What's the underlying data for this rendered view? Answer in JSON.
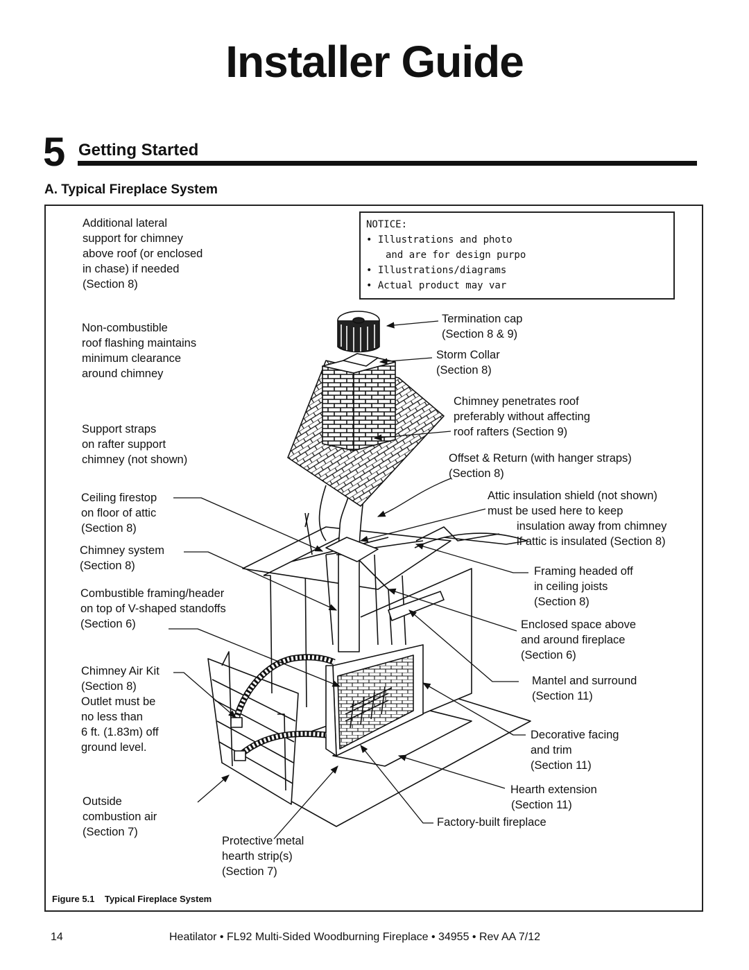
{
  "page": {
    "title": "Installer Guide",
    "section_number": "5",
    "section_title": "Getting Started",
    "subsection_title": "A. Typical Fireplace System",
    "figure_caption": "Figure 5.1    Typical Fireplace System",
    "page_number": "14",
    "footer": "Heatilator • FL92 Multi-Sided Woodburning Fireplace • 34955 • Rev AA 7/12"
  },
  "notice": {
    "heading": "NOTICE:",
    "lines": [
      "•  Illustrations and photo",
      "and are for design purpo",
      "•  Illustrations/diagrams",
      "•  Actual product may var"
    ]
  },
  "callouts": {
    "left": [
      [
        "Additional lateral",
        "support for chimney",
        "above roof (or enclosed",
        "in chase) if needed",
        "(Section 8)"
      ],
      [
        "Non-combustible",
        "roof flashing maintains",
        "minimum clearance",
        "around chimney"
      ],
      [
        "Support straps",
        "on rafter support",
        "chimney (not shown)"
      ],
      [
        "Ceiling firestop",
        "on floor of attic",
        "(Section 8)"
      ],
      [
        "Chimney system",
        "(Section 8)"
      ],
      [
        "Combustible framing/header",
        "on top of V-shaped  standoffs",
        "(Section 6)"
      ],
      [
        "Chimney Air Kit",
        "(Section 8)",
        "Outlet must be",
        "no less than",
        "6 ft. (1.83m) off",
        "ground level."
      ],
      [
        "Outside",
        "combustion air",
        "(Section 7)"
      ],
      [
        "Protective metal",
        "hearth strip(s)",
        "(Section 7)"
      ]
    ],
    "right": [
      [
        "Termination cap",
        "(Section 8 & 9)"
      ],
      [
        "Storm Collar",
        "(Section 8)"
      ],
      [
        "Chimney penetrates roof",
        "preferably without affecting",
        "roof rafters (Section 9)"
      ],
      [
        "Offset & Return (with hanger straps)",
        "(Section 8)"
      ],
      [
        "Attic insulation shield (not shown)",
        "must be used here to keep",
        "insulation away from chimney",
        "if attic is insulated (Section 8)"
      ],
      [
        "Framing headed off",
        "in ceiling joists",
        "(Section 8)"
      ],
      [
        "Enclosed space above",
        "and around fireplace",
        "(Section 6)"
      ],
      [
        "Mantel and surround",
        "(Section 11)"
      ],
      [
        "Decorative facing",
        "and trim",
        "(Section 11)"
      ],
      [
        "Hearth extension",
        "(Section 11)"
      ],
      [
        "Factory-built fireplace"
      ]
    ]
  },
  "colors": {
    "ink": "#111111",
    "background": "#ffffff"
  }
}
